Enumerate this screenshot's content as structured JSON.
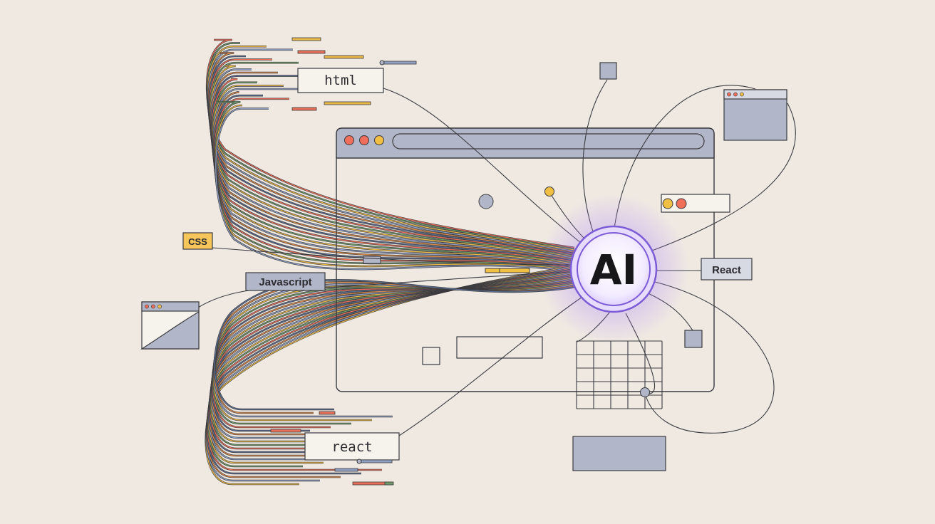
{
  "hub": {
    "label": "AI",
    "glow_color": "#a77bff",
    "ring_color": "#7c5cd6"
  },
  "labels": {
    "html": "html",
    "css": "CSS",
    "javascript": "Javascript",
    "react_small": "React",
    "react_big": "react"
  },
  "colors": {
    "background": "#efe9e2",
    "line": "#3b3b3f",
    "panel_fill": "#b2b6c9",
    "dot_red": "#f06f5a",
    "dot_yellow": "#f2bf45",
    "css_tag": "#f7c65a",
    "strand_palette": [
      "#e8705a",
      "#6f9b6a",
      "#e8b84a",
      "#8fa0c4",
      "#d98a4a",
      "#5b6d8f"
    ]
  },
  "icons": [
    "browser-window-icon",
    "traffic-light-dots",
    "grid-table-icon",
    "ai-hub-node"
  ]
}
